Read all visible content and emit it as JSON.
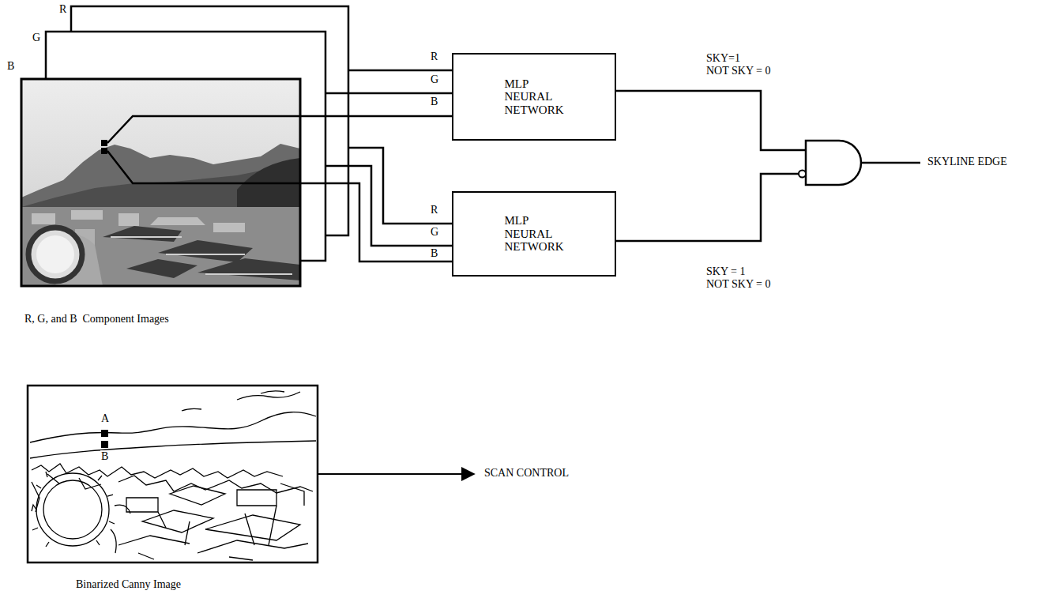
{
  "diagram": {
    "nodes": [
      {
        "text": [
          "MLP NEURAL NETWORK"
        ]
      },
      {
        "text": [
          "MLP NEURAL NETWORK"
        ]
      }
    ],
    "labels": [
      "R",
      "G",
      "B",
      "R, G, and B  Component Images",
      "R",
      "G",
      "B",
      "R",
      "G",
      "B",
      "SKY=1",
      "NOT SKY = 0",
      "SKY = 1",
      "NOT SKY = 0",
      "SKYLINE EDGE",
      "A",
      "B",
      "Binarized Canny Image",
      "SCAN CONTROL"
    ]
  }
}
